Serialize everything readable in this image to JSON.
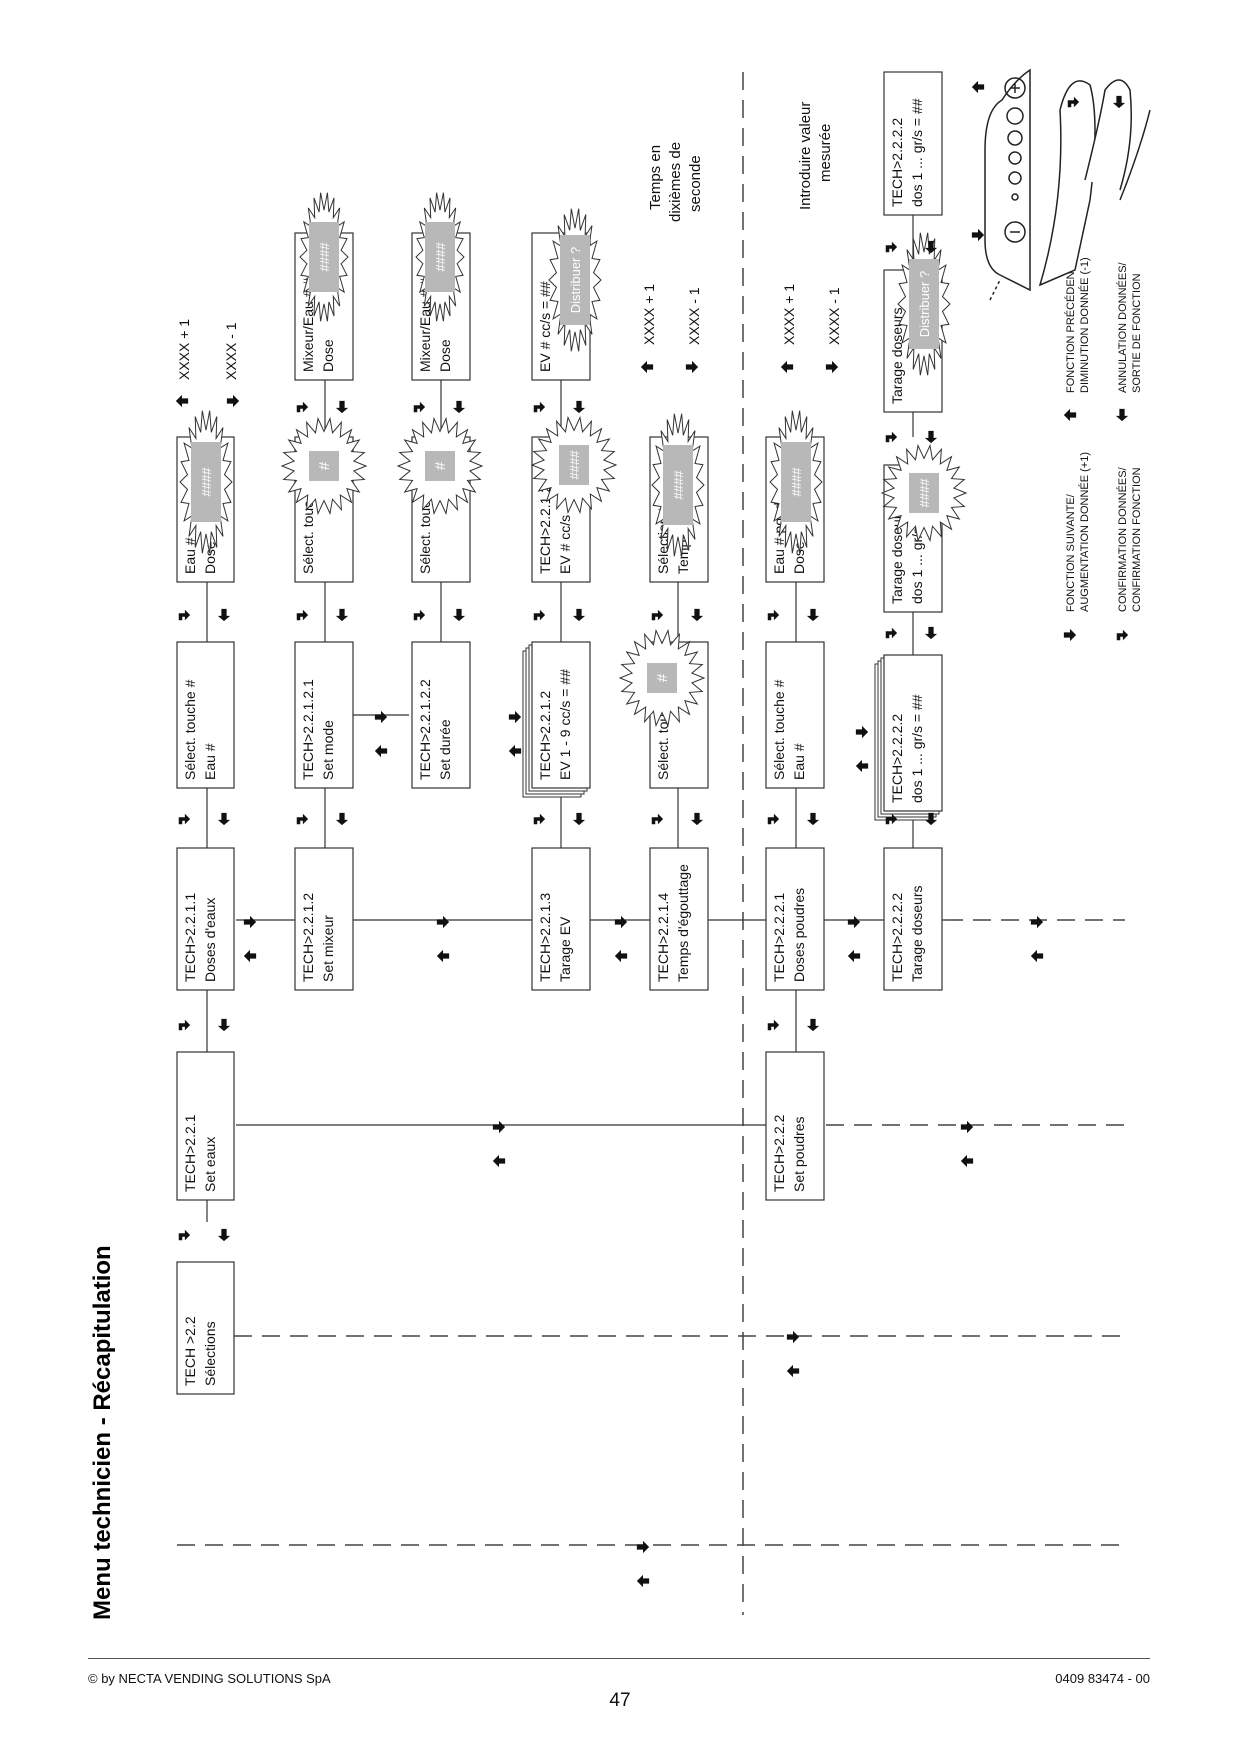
{
  "page": {
    "title": "Menu technicien - Récapitulation",
    "copyright": "© by NECTA VENDING SOLUTIONS SpA",
    "doc_code": "0409 83474 - 00",
    "page_number": "47"
  },
  "boxes": {
    "b1": [
      "TECH >2.2",
      "Sélections"
    ],
    "b2": [
      "TECH>2.2.1",
      "Set eaux"
    ],
    "b3": [
      "TECH>2.2.1.1",
      "Doses d'eaux"
    ],
    "b4": [
      "Sélect. touche   #",
      "Eau #"
    ],
    "b5": [
      "Eau #",
      "Dose"
    ],
    "b6": [
      "TECH>2.2.1.2",
      "Set mixeur"
    ],
    "b7": [
      "TECH>2.2.1.2.1",
      "Set mode"
    ],
    "b8": [
      "Sélect. touc",
      ""
    ],
    "b9": [
      "Mixeur/Eau  #  #",
      "Dose"
    ],
    "b10": [
      "TECH>2.2.1.2.2",
      "Set durée"
    ],
    "b11": [
      "Sélect. touc",
      ""
    ],
    "b12": [
      "Mixeur/Eau  #  #",
      "Dose"
    ],
    "b13": [
      "TECH>2.2.1.3",
      "Tarage EV"
    ],
    "b14": [
      "TECH>2.2.1.2",
      "EV 1 - 9  cc/s = ##"
    ],
    "b15": [
      "TECH>2.2.1.2",
      "EV #  cc/s"
    ],
    "b16": [
      "EV #  cc/s = ##",
      ""
    ],
    "b17": [
      "TECH>2.2.1.4",
      "Temps d'égouttage"
    ],
    "b18": [
      "Sélect. touc",
      ""
    ],
    "b19": [
      "Sélection   #",
      "Temps"
    ],
    "b20": [
      "TECH>2.2.2",
      "Set poudres"
    ],
    "b21": [
      "TECH>2.2.2.1",
      "Doses poudres"
    ],
    "b22": [
      "Sélect. touche   #",
      "Eau #"
    ],
    "b23": [
      "Eau #      poudre #",
      "Dose"
    ],
    "b24": [
      "TECH>2.2.2.2",
      "Tarage doseurs"
    ],
    "b25": [
      "TECH>2.2.2.2",
      "dos 1 ...  gr/s = ##"
    ],
    "b26": [
      "Tarage doseurs",
      "dos 1 ...  gr/s"
    ],
    "b27": [
      "Tarage doseurs",
      ""
    ],
    "b28": [
      "TECH>2.2.2.2",
      "dos 1 ...  gr/s = ##"
    ]
  },
  "bursts": {
    "hashes": "####",
    "hash": "#",
    "distribute": "Distribuer ?"
  },
  "increments": {
    "plus": "XXXX + 1",
    "minus": "XXXX - 1"
  },
  "notes": {
    "temps": [
      "Temps en",
      "dixièmes de",
      "seconde"
    ],
    "introduire": [
      "Introduire valeur",
      "mesurée"
    ]
  },
  "legend": {
    "next_1": "FONCTION SUIVANTE/",
    "next_2": "AUGMENTATION DONNÉE (+1)",
    "prev_1": "FONCTION PRÉCÉDENTE/",
    "prev_2": "DIMINUTION DONNÉE (-1)",
    "confirm_1": "CONFIRMATION DONNÉES/",
    "confirm_2": "CONFIRMATION FONCTION",
    "cancel_1": "ANNULATION DONNÉES/",
    "cancel_2": "SORTIE DE FONCTION"
  }
}
